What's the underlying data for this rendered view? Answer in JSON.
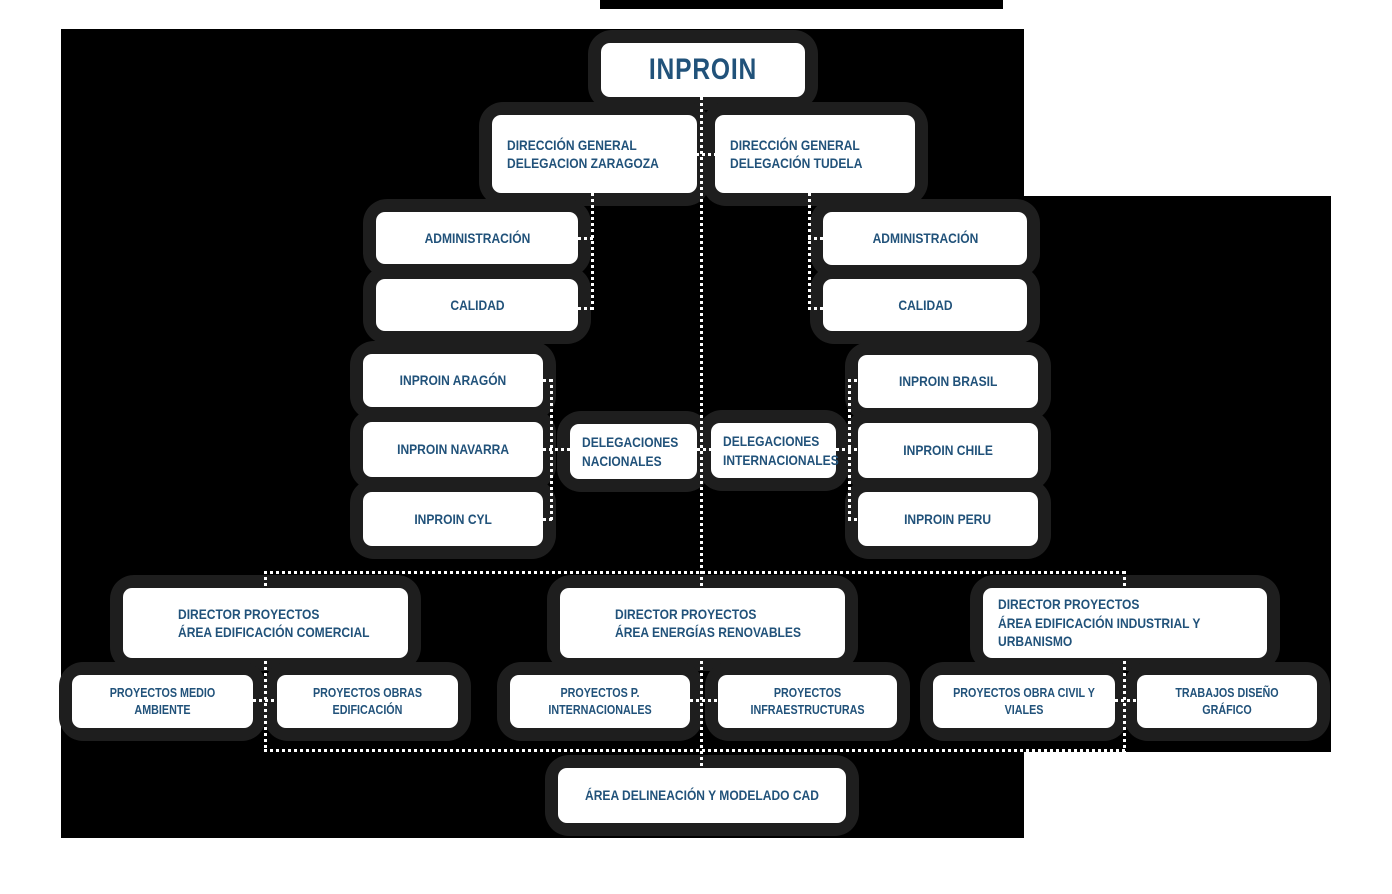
{
  "diagram": {
    "type": "org-chart",
    "company": "INPROIN",
    "colors": {
      "background": "#ffffff",
      "canvas": "#000000",
      "node_shadow": "#1e1e1e",
      "node_fill": "#ffffff",
      "text": "#21527a",
      "connector": "#ffffff"
    },
    "nodes": {
      "root": {
        "label": "INPROIN"
      },
      "dg_zaragoza": {
        "label": "DIRECCIÓN GENERAL\nDELEGACION ZARAGOZA"
      },
      "dg_tudela": {
        "label": "DIRECCIÓN GENERAL\nDELEGACIÓN TUDELA"
      },
      "admin_zaragoza": {
        "label": "ADMINISTRACIÓN"
      },
      "calidad_zaragoza": {
        "label": "CALIDAD"
      },
      "admin_tudela": {
        "label": "ADMINISTRACIÓN"
      },
      "calidad_tudela": {
        "label": "CALIDAD"
      },
      "inproin_aragon": {
        "label": "INPROIN ARAGÓN"
      },
      "inproin_navarra": {
        "label": "INPROIN NAVARRA"
      },
      "inproin_cyl": {
        "label": "INPROIN CYL"
      },
      "deleg_nacionales": {
        "label": "DELEGACIONES\nNACIONALES"
      },
      "deleg_internacionales": {
        "label": "DELEGACIONES\nINTERNACIONALES"
      },
      "inproin_brasil": {
        "label": "INPROIN BRASIL"
      },
      "inproin_chile": {
        "label": "INPROIN CHILE"
      },
      "inproin_peru": {
        "label": "INPROIN PERU"
      },
      "dir_comercial": {
        "label": "DIRECTOR PROYECTOS\nÁREA EDIFICACIÓN COMERCIAL"
      },
      "dir_renovables": {
        "label": "DIRECTOR PROYECTOS\nÁREA ENERGÍAS RENOVABLES"
      },
      "dir_industrial": {
        "label": "DIRECTOR PROYECTOS\nÁREA EDIFICACIÓN INDUSTRIAL Y URBANISMO"
      },
      "proy_medio_ambiente": {
        "label": "PROYECTOS MEDIO AMBIENTE"
      },
      "proy_obras_edificacion": {
        "label": "PROYECTOS OBRAS EDIFICACIÓN"
      },
      "proy_p_internacionales": {
        "label": "PROYECTOS P. INTERNACIONALES"
      },
      "proy_infraestructuras": {
        "label": "PROYECTOS INFRAESTRUCTURAS"
      },
      "proy_obra_civil": {
        "label": "PROYECTOS OBRA CIVIL Y VIALES"
      },
      "trabajos_diseno_grafico": {
        "label": "TRABAJOS DISEÑO GRÁFICO"
      },
      "area_cad": {
        "label": "ÁREA DELINEACIÓN Y MODELADO CAD"
      }
    }
  }
}
